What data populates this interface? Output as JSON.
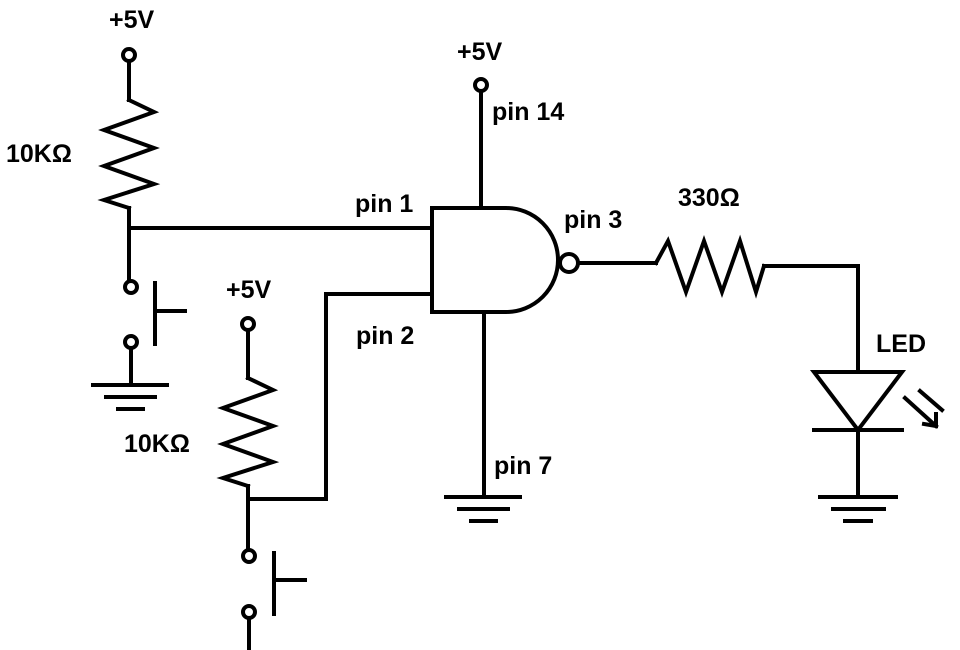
{
  "labels": {
    "supply_top_left": "+5V",
    "supply_gate": "+5V",
    "supply_mid": "+5V",
    "resistor_top": "10KΩ",
    "resistor_bottom": "10KΩ",
    "resistor_output": "330Ω",
    "pin1": "pin 1",
    "pin2": "pin 2",
    "pin3": "pin 3",
    "pin7": "pin 7",
    "pin14": "pin 14",
    "led": "LED"
  }
}
